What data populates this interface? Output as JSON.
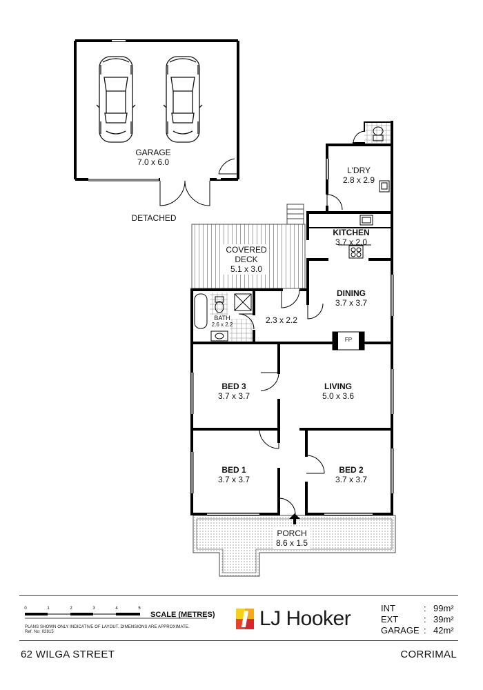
{
  "rooms": {
    "garage": {
      "name": "GARAGE",
      "dims": "7.0 x 6.0"
    },
    "laundry": {
      "name": "L'DRY",
      "dims": "2.8 x 2.9"
    },
    "kitchen": {
      "name": "KITCHEN",
      "dims": "3.7 x 2.0"
    },
    "covered_deck": {
      "name_line1": "COVERED",
      "name_line2": "DECK",
      "dims": "5.1 x 3.0"
    },
    "dining": {
      "name": "DINING",
      "dims": "3.7 x 3.7"
    },
    "bath": {
      "name": "BATH",
      "dims": "2.6 x 2.2"
    },
    "hall": {
      "dims": "2.3 x 2.2"
    },
    "fireplace": {
      "name": "FP"
    },
    "bed3": {
      "name": "BED 3",
      "dims": "3.7 x 3.7"
    },
    "living": {
      "name": "LIVING",
      "dims": "5.0 x 3.6"
    },
    "bed1": {
      "name": "BED 1",
      "dims": "3.7 x 3.7"
    },
    "bed2": {
      "name": "BED 2",
      "dims": "3.7 x 3.7"
    },
    "porch": {
      "name": "PORCH",
      "dims": "8.6 x 1.5"
    }
  },
  "detached_label": "DETACHED",
  "scale": {
    "title": "SCALE (METRES)",
    "ticks": [
      "0",
      "1",
      "2",
      "3",
      "4",
      "5"
    ],
    "disclaimer": "PLANS SHOWN ONLY INDICATIVE OF LAYOUT.  DIMENSIONS ARE APPROXIMATE.",
    "ref": "Ref. No: 02815"
  },
  "brand": {
    "name": "LJ Hooker",
    "colors": [
      "#e8412c",
      "#f6a81c",
      "#f5d11a",
      "#e8412c"
    ]
  },
  "areas": [
    {
      "label": "INT",
      "value": "99m²"
    },
    {
      "label": "EXT",
      "value": "39m²"
    },
    {
      "label": "GARAGE",
      "value": "42m²"
    }
  ],
  "address": {
    "street": "62 WILGA STREET",
    "suburb": "CORRIMAL"
  }
}
